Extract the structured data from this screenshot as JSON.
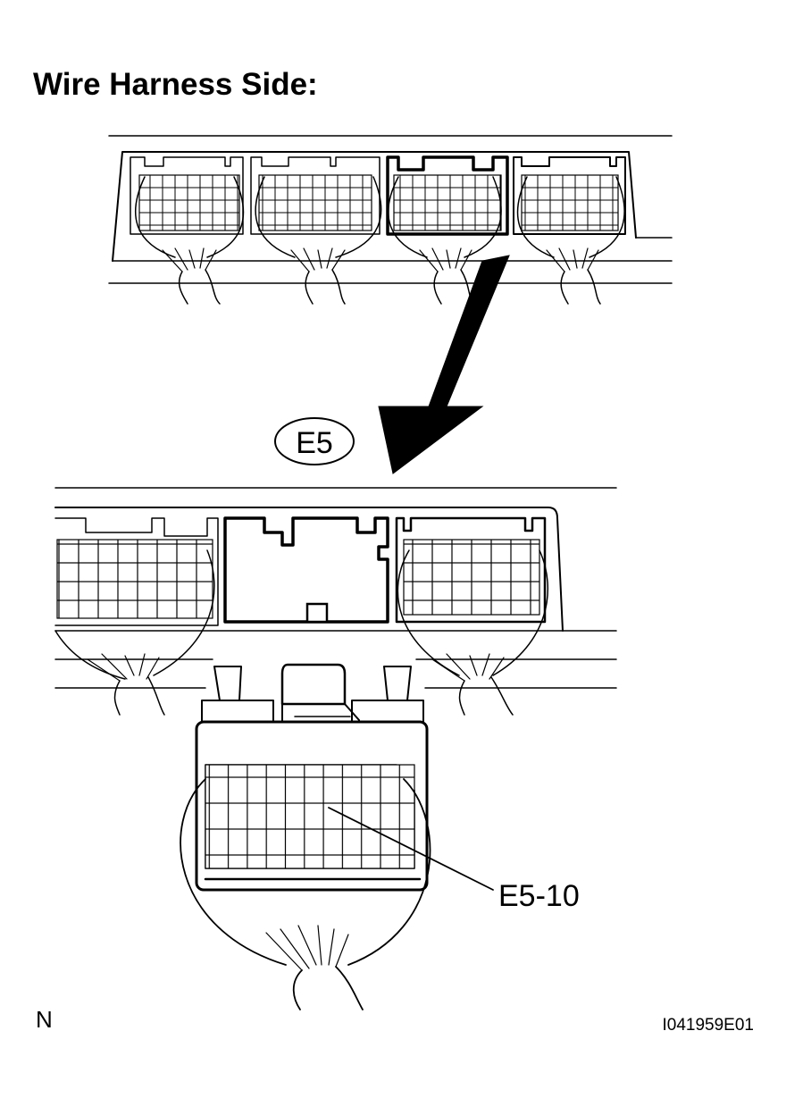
{
  "title": "Wire Harness Side:",
  "connector_label": "E5",
  "pin_callout": "E5-10",
  "corner_mark": "N",
  "figure_id": "I041959E01",
  "colors": {
    "ink": "#000000",
    "paper": "#ffffff"
  }
}
